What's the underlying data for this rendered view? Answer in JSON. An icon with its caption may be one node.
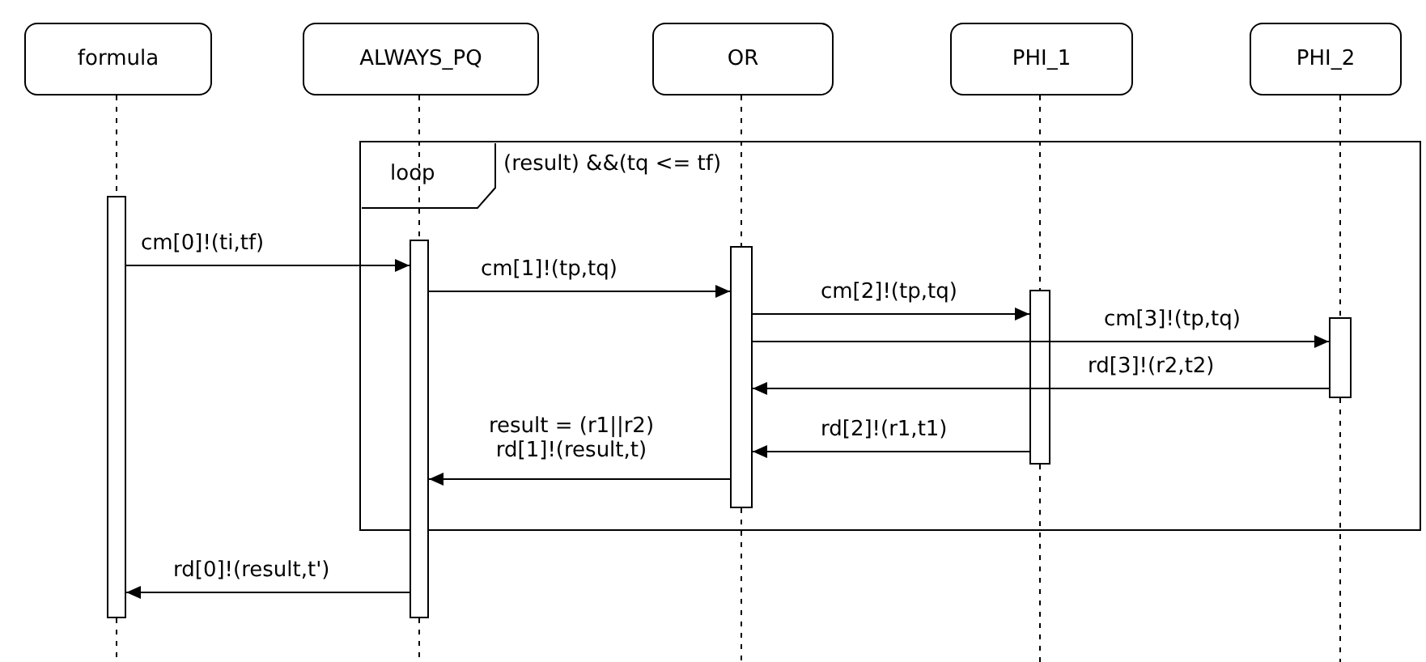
{
  "diagram": {
    "nodes": [
      {
        "text": [
          "formula"
        ]
      },
      {
        "text": [
          "ALWAYS_PQ"
        ]
      },
      {
        "text": [
          "OR"
        ]
      },
      {
        "text": [
          "PHI_1"
        ]
      },
      {
        "text": [
          "PHI_2"
        ]
      },
      {
        "text": [
          "loop",
          "(result) &&(tq <= tf)"
        ]
      },
      {
        "text": [],
        "shape": "bar"
      },
      {
        "text": [],
        "shape": "bar"
      },
      {
        "text": [],
        "shape": "bar",
        "in": 5
      },
      {
        "text": [],
        "shape": "bar",
        "in": 5
      },
      {
        "text": [],
        "shape": "bar",
        "in": 5
      }
    ],
    "edges": [
      {
        "from": 6,
        "to": 7,
        "arrow": "to",
        "label": "cm[0]!(ti,tf)"
      },
      {
        "from": 7,
        "to": 8,
        "arrow": "to",
        "label": "cm[1]!(tp,tq)"
      },
      {
        "from": 8,
        "to": 9,
        "arrow": "to",
        "label": "cm[2]!(tp,tq)"
      },
      {
        "from": 8,
        "to": 10,
        "arrow": "to",
        "label": "cm[3]!(tp,tq)"
      },
      {
        "from": 10,
        "to": 8,
        "arrow": "to",
        "label": "rd[3]!(r2,t2)"
      },
      {
        "from": 9,
        "to": 8,
        "arrow": "to",
        "label": "rd[2]!(r1,t1)"
      },
      {
        "from": 8,
        "to": 7,
        "arrow": "to",
        "label": "result = (r1||r2) rd[1]!(result,t)"
      },
      {
        "from": 7,
        "to": 6,
        "arrow": "to",
        "label": "rd[0]!(result,t')"
      },
      {
        "from": 0,
        "to": 6,
        "arrow": "none",
        "style": "dashed"
      },
      {
        "from": 1,
        "to": 7,
        "arrow": "none",
        "style": "dashed"
      },
      {
        "from": 2,
        "to": 8,
        "arrow": "none",
        "style": "dashed"
      },
      {
        "from": 3,
        "to": 9,
        "arrow": "none",
        "style": "dashed"
      },
      {
        "from": 4,
        "to": 10,
        "arrow": "none",
        "style": "dashed"
      }
    ]
  }
}
